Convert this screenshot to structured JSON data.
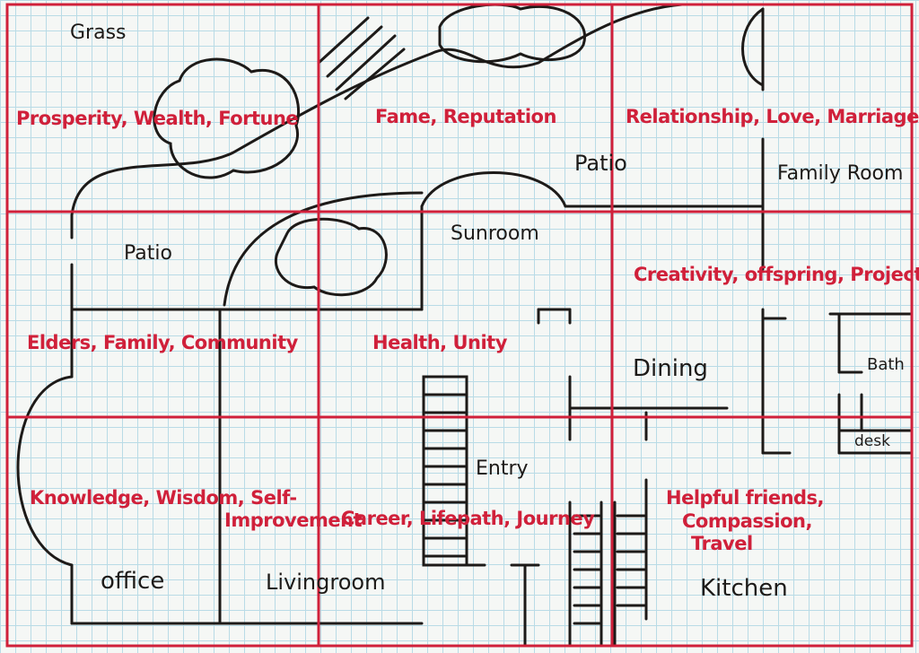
{
  "colors": {
    "grid_red": "#d0203a",
    "ink": "#1d1a18",
    "paper_grid": "#b9dbe6"
  },
  "bagua": {
    "prosperity": "Prosperity, Wealth, Fortune",
    "fame": "Fame, Reputation",
    "relationship": "Relationship, Love, Marriage",
    "elders": "Elders, Family, Community",
    "health": "Health, Unity",
    "creativity": "Creativity, offspring, Projects",
    "knowledge": "Knowledge, Wisdom, Self-",
    "knowledge2": "Improvement",
    "career": "Career, Lifepath, Journey",
    "helpful1": "Helpful friends,",
    "helpful2": "Compassion,",
    "helpful3": "Travel"
  },
  "rooms": {
    "grass": "Grass",
    "patio_top": "Patio",
    "family_room": "Family Room",
    "patio_left": "Patio",
    "sunroom": "Sunroom",
    "dining": "Dining",
    "bath": "Bath",
    "desk": "desk",
    "entry": "Entry",
    "office": "office",
    "livingroom": "Livingroom",
    "kitchen": "Kitchen"
  }
}
